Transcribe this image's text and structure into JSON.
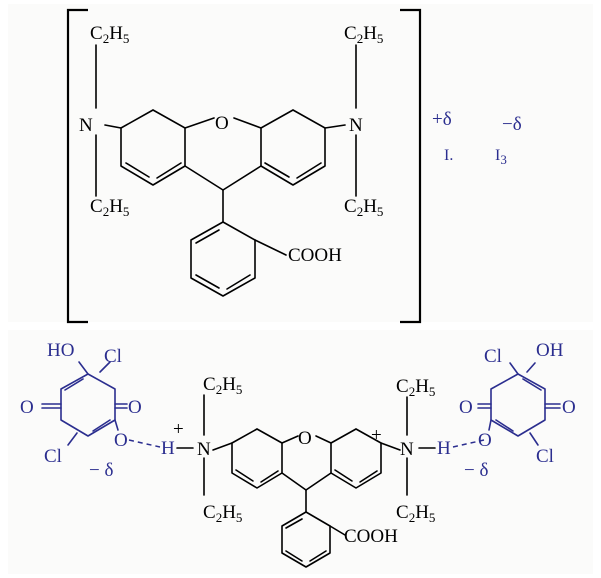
{
  "labels": {
    "ethyl": "C2H5",
    "ethyl_main": "C",
    "ethyl_sub1": "2",
    "ethyl_mid": "H",
    "ethyl_sub2": "5",
    "nitrogen": "N",
    "oxygen": "O",
    "carboxyl": "COOH",
    "hydroxyl": "HO",
    "hydroxyl_right": "OH",
    "chlorine": "Cl",
    "hydrogen": "H",
    "plus": "+",
    "plus_delta": "+δ",
    "minus_delta": "−δ",
    "minus_delta_spaced": "− δ",
    "iodine_label": "I.",
    "triiodide_main": "I",
    "triiodide_sub": "3"
  },
  "colors": {
    "bonds": "#000000",
    "acceptor": "#2b2e8f",
    "panel_bg": "#fbfbfa"
  }
}
